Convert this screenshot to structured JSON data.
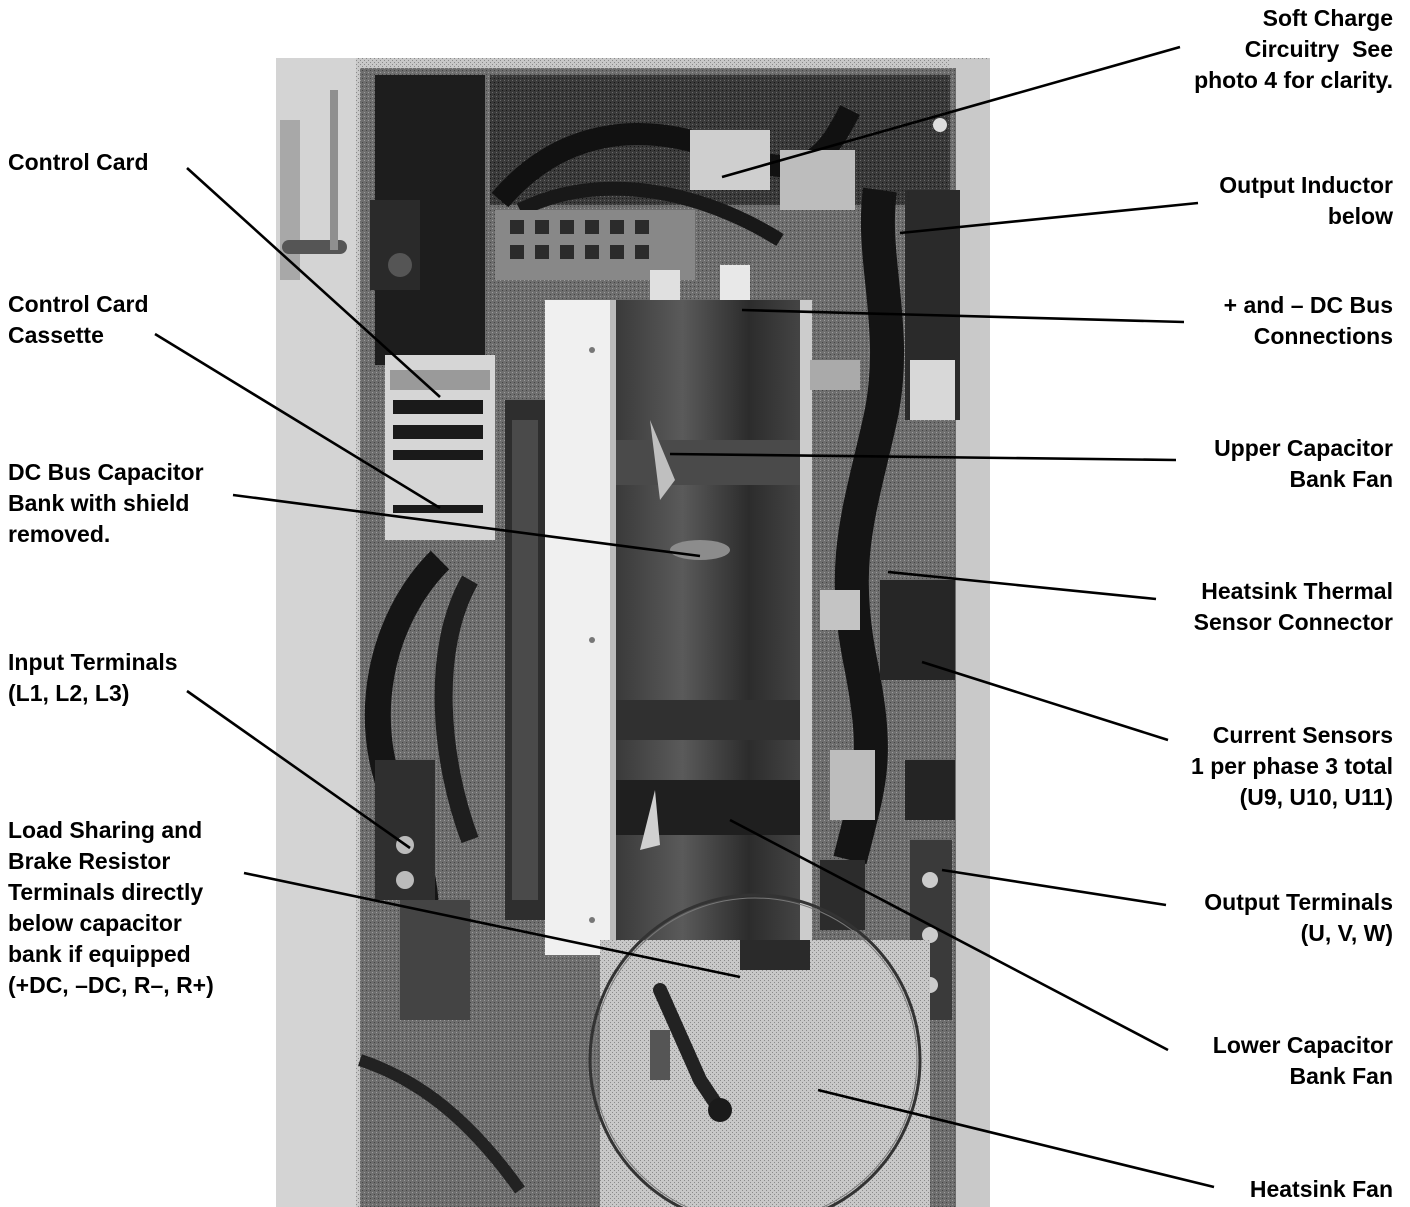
{
  "figure": {
    "image_description_hidden": false
  },
  "callouts": {
    "soft_charge": "Soft Charge\nCircuitry  See\nphoto 4 for clarity.",
    "control_card": "Control Card",
    "output_inductor": "Output Inductor\nbelow",
    "control_card_cassette": "Control Card\nCassette",
    "dc_bus_connections": "+ and – DC Bus\nConnections",
    "upper_capacitor_fan": "Upper Capacitor\nBank Fan",
    "dc_bus_capacitor_bank": "DC Bus Capacitor\nBank with shield\nremoved.",
    "heatsink_thermal_sensor": "Heatsink Thermal\nSensor Connector",
    "input_terminals": "Input Terminals\n(L1, L2, L3)",
    "current_sensors": "Current Sensors\n1 per phase 3 total\n(U9, U10, U11)",
    "load_sharing": "Load Sharing and\nBrake Resistor\nTerminals directly\nbelow capacitor\nbank if equipped\n(+DC, –DC, R–, R+)",
    "output_terminals": "Output Terminals\n(U, V, W)",
    "lower_capacitor_fan": "Lower Capacitor\nBank Fan",
    "heatsink_fan": "Heatsink Fan"
  },
  "colors": {
    "ink": "#000000",
    "panel_light": "#d9d9d9",
    "panel_mid": "#9a9a9a",
    "panel_dark": "#2a2a2a"
  }
}
